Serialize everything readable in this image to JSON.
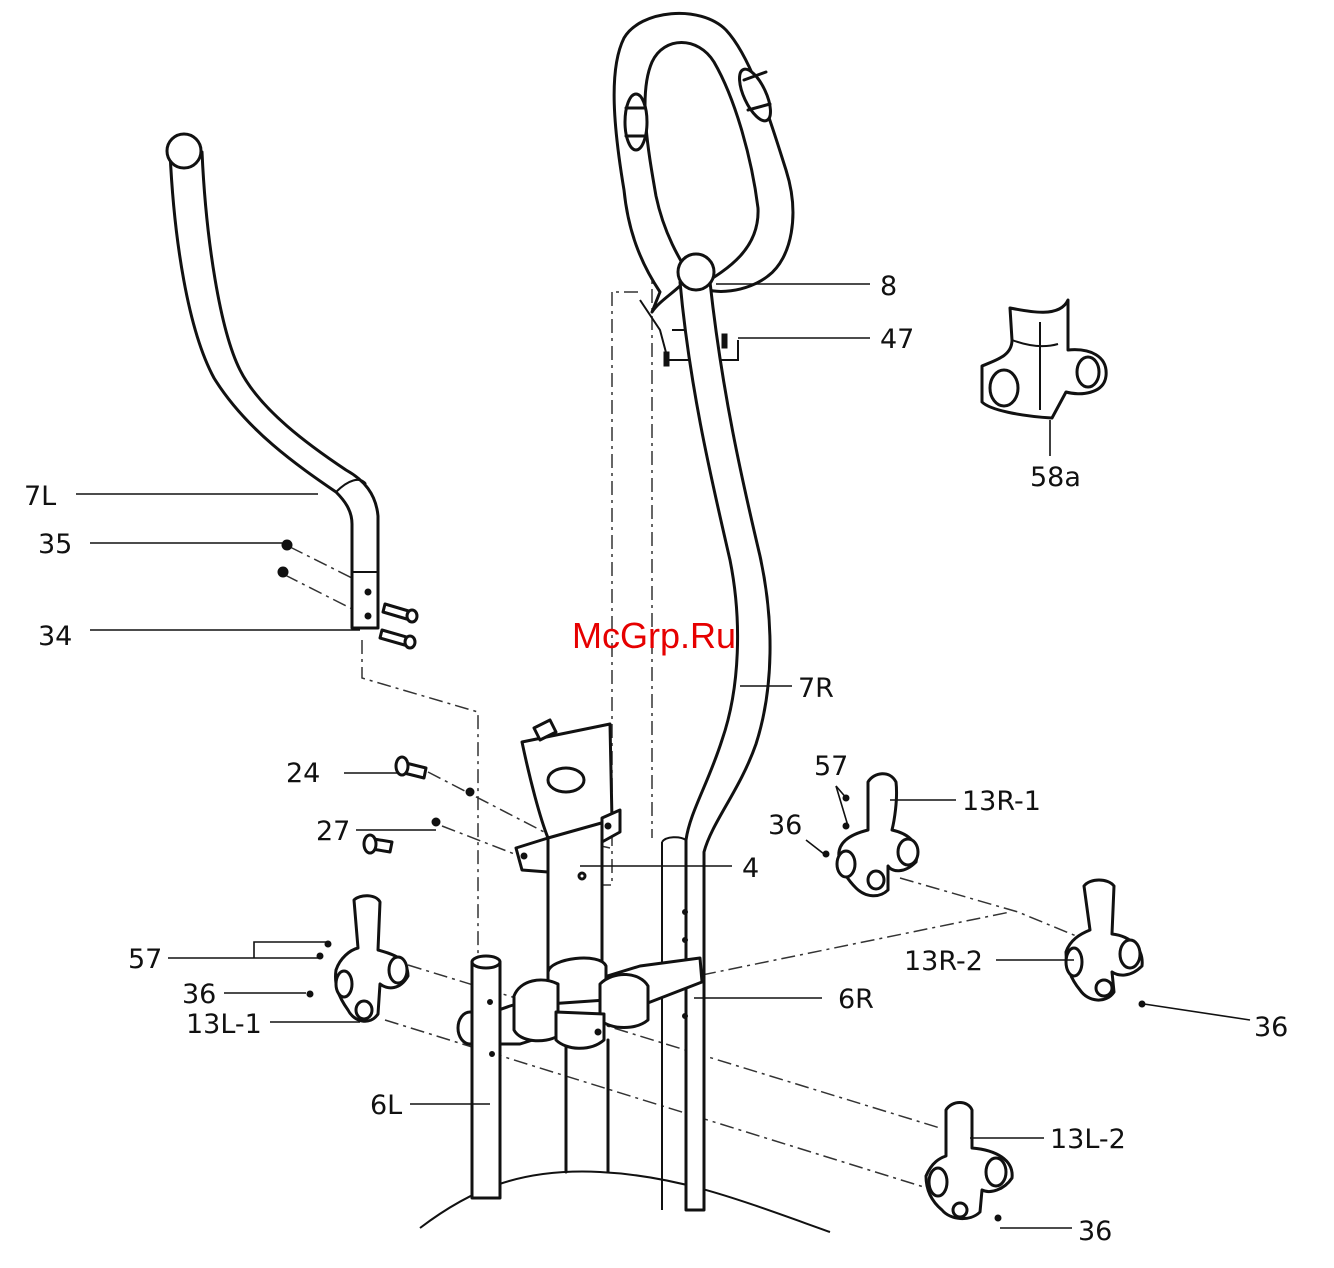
{
  "diagram": {
    "watermark": "McGrp.Ru",
    "labels": {
      "p8": "8",
      "p47": "47",
      "p58a": "58a",
      "p7L": "7L",
      "p35": "35",
      "p34": "34",
      "p7R": "7R",
      "p24": "24",
      "p27": "27",
      "p4": "4",
      "p57a": "57",
      "p13R1": "13R-1",
      "p36a": "36",
      "p13R2": "13R-2",
      "p36b": "36",
      "p57b": "57",
      "p36c": "36",
      "p13L1": "13L-1",
      "p6R": "6R",
      "p6L": "6L",
      "p13L2": "13L-2",
      "p36d": "36"
    },
    "colors": {
      "line": "#111111",
      "watermark": "#e60000",
      "background": "#ffffff"
    }
  }
}
